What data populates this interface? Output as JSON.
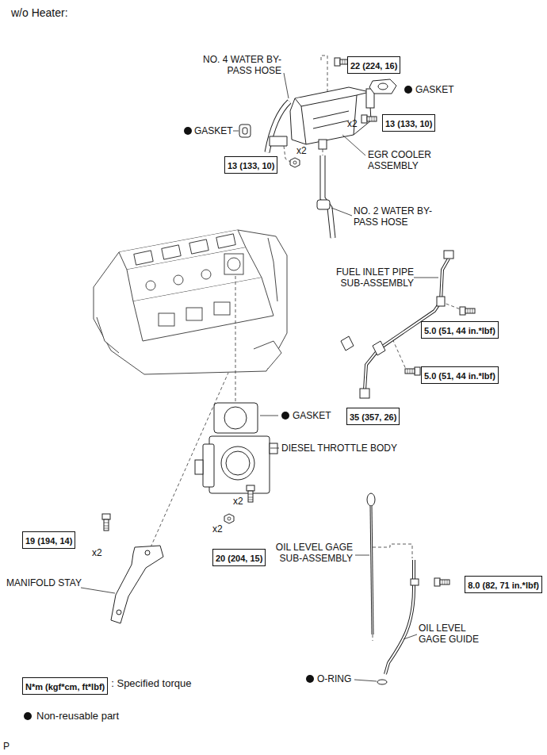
{
  "diagram": {
    "title": "w/o Heater:",
    "nodes": [
      {
        "text": [
          "22 (224, 16)"
        ]
      },
      {
        "text": [
          "13 (133, 10)"
        ]
      },
      {
        "text": [
          "13 (133, 10)"
        ]
      },
      {
        "text": [
          "5.0 (51, 44 in.*lbf)"
        ]
      },
      {
        "text": [
          "5.0 (51, 44 in.*lbf)"
        ]
      },
      {
        "text": [
          "35 (357, 26)"
        ]
      },
      {
        "text": [
          "19 (194, 14)"
        ]
      },
      {
        "text": [
          "20 (204, 15)"
        ]
      },
      {
        "text": [
          "8.0 (82, 71 in.*lbf)"
        ]
      },
      {
        "text": [
          "N*m (kgf*cm, ft*lbf)"
        ]
      }
    ],
    "labels": [
      "NO. 4 WATER BY-PASS HOSE",
      "GASKET",
      "x2",
      "GASKET",
      "x2",
      "EGR COOLER ASSEMBLY",
      "NO. 2 WATER BY-PASS HOSE",
      "FUEL INLET PIPE SUB-ASSEMBLY",
      "GASKET",
      "DIESEL THROTTLE BODY",
      "x2",
      "x2",
      "OIL LEVEL GAGE SUB-ASSEMBLY",
      "x2",
      "MANIFOLD STAY",
      "OIL LEVEL GAGE GUIDE",
      "O-RING",
      "P"
    ],
    "legend": [
      {
        "text": ": Specified torque"
      },
      {
        "text": "Non-reusable part"
      }
    ]
  }
}
